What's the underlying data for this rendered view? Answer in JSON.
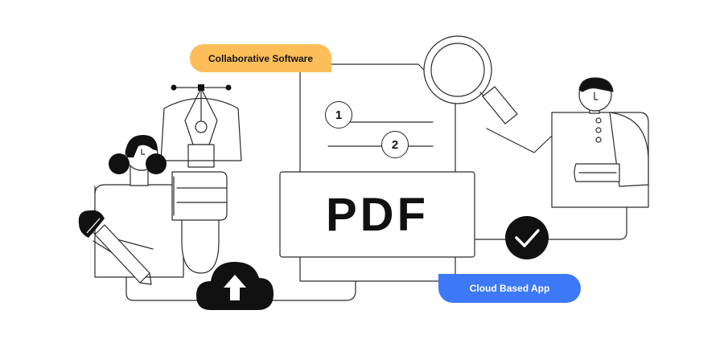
{
  "badges": {
    "collaborative": "Collaborative Software",
    "cloud": "Cloud Based App"
  },
  "document": {
    "title": "PDF",
    "steps": [
      "1",
      "2"
    ]
  },
  "icons": {
    "upload": "cloud-upload-icon",
    "check": "check-circle-icon",
    "pen": "pen-tool-icon",
    "magnifier": "magnifying-glass-icon"
  },
  "colors": {
    "collaborative_badge": "#FDBE5A",
    "cloud_badge": "#3D79F6",
    "ink": "#111111"
  }
}
